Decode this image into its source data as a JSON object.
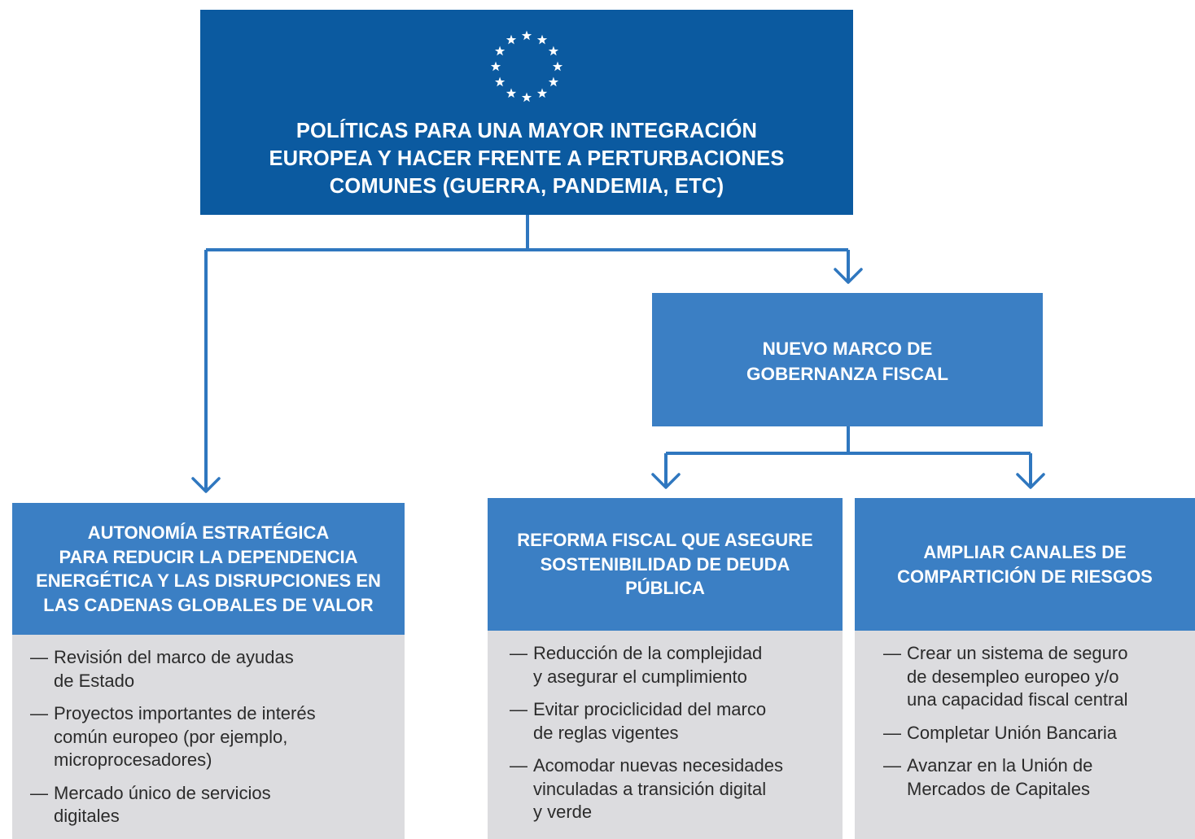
{
  "header": {
    "title": "POLÍTICAS PARA UNA MAYOR INTEGRACIÓN\nEUROPEA Y HACER FRENTE A PERTURBACIONES\nCOMUNES (GUERRA, PANDEMIA, ETC)",
    "logo_icon": "eu-stars-icon"
  },
  "governance": {
    "title": "NUEVO MARCO DE\nGOBERNANZA FISCAL"
  },
  "branches": [
    {
      "title": "AUTONOMÍA ESTRATÉGICA\nPARA REDUCIR LA DEPENDENCIA\nENERGÉTICA Y LAS DISRUPCIONES EN\nLAS CADENAS GLOBALES DE VALOR",
      "items": [
        "Revisión del marco de ayudas\nde Estado",
        "Proyectos importantes de interés\ncomún europeo (por ejemplo,\nmicroprocesadores)",
        "Mercado único de servicios\ndigitales"
      ]
    },
    {
      "title": "REFORMA FISCAL QUE ASEGURE\nSOSTENIBILIDAD DE DEUDA\nPÚBLICA",
      "items": [
        "Reducción de la complejidad\ny asegurar el cumplimiento",
        "Evitar prociclicidad del marco\nde reglas vigentes",
        "Acomodar nuevas necesidades\nvinculadas a transición digital\ny verde"
      ]
    },
    {
      "title": "AMPLIAR CANALES DE\nCOMPARTICIÓN DE RIESGOS",
      "items": [
        "Crear un sistema de seguro\nde desempleo europeo y/o\nuna capacidad fiscal central",
        "Completar Unión Bancaria",
        "Avanzar en la Unión de\nMercados de Capitales"
      ]
    }
  ],
  "bullet_dash": "—",
  "colors": {
    "dark_blue": "#0b5aa0",
    "mid_blue": "#3b7fc4",
    "panel_gray": "#dcdcdf",
    "text_dark": "#2b2b2b"
  }
}
